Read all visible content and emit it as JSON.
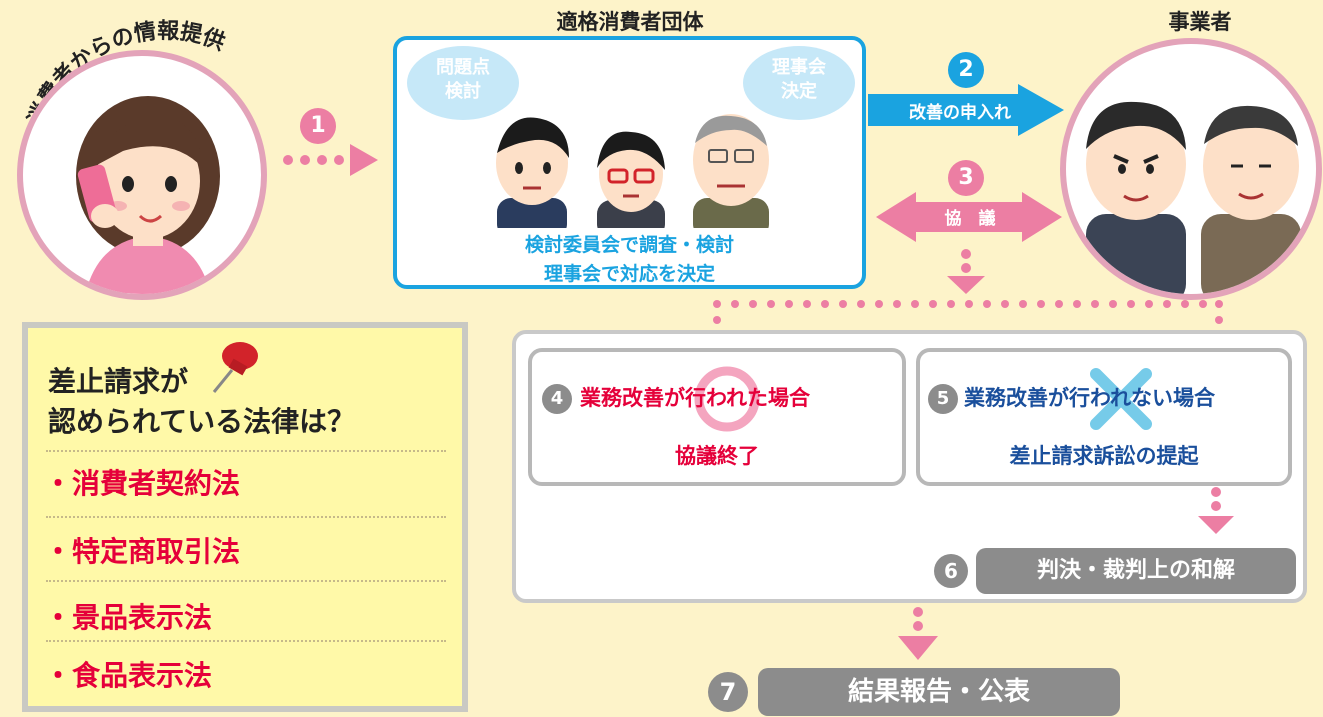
{
  "consumer": {
    "arc_label": "消費者からの情報提供"
  },
  "group": {
    "title": "適格消費者団体",
    "bubble_left": [
      "問題点",
      "検討"
    ],
    "bubble_right": [
      "理事会",
      "決定"
    ],
    "caption_line1": "検討委員会で調査・検討",
    "caption_line2": "理事会で対応を決定"
  },
  "business": {
    "title": "事業者"
  },
  "steps": {
    "s1": "1",
    "s2": "2",
    "s2_label": "改善の申入れ",
    "s3": "3",
    "s3_label": "協　議",
    "s4": "4",
    "s4_title": "業務改善が行われた場合",
    "s4_result": "協議終了",
    "s5": "5",
    "s5_title": "業務改善が行われない場合",
    "s5_result": "差止請求訴訟の提起",
    "s6": "6",
    "s6_label": "判決・裁判上の和解",
    "s7": "7",
    "s7_label": "結果報告・公表"
  },
  "laws": {
    "heading_line1": "差止請求が",
    "heading_line2": "認められている法律は？",
    "items": [
      "・消費者契約法",
      "・特定商取引法",
      "・景品表示法",
      "・食品表示法"
    ]
  },
  "colors": {
    "blue": "#1aa3e0",
    "pink": "#ec7ea3",
    "red": "#e5003a",
    "navy": "#1a4f9c",
    "gray": "#8c8c8c"
  }
}
